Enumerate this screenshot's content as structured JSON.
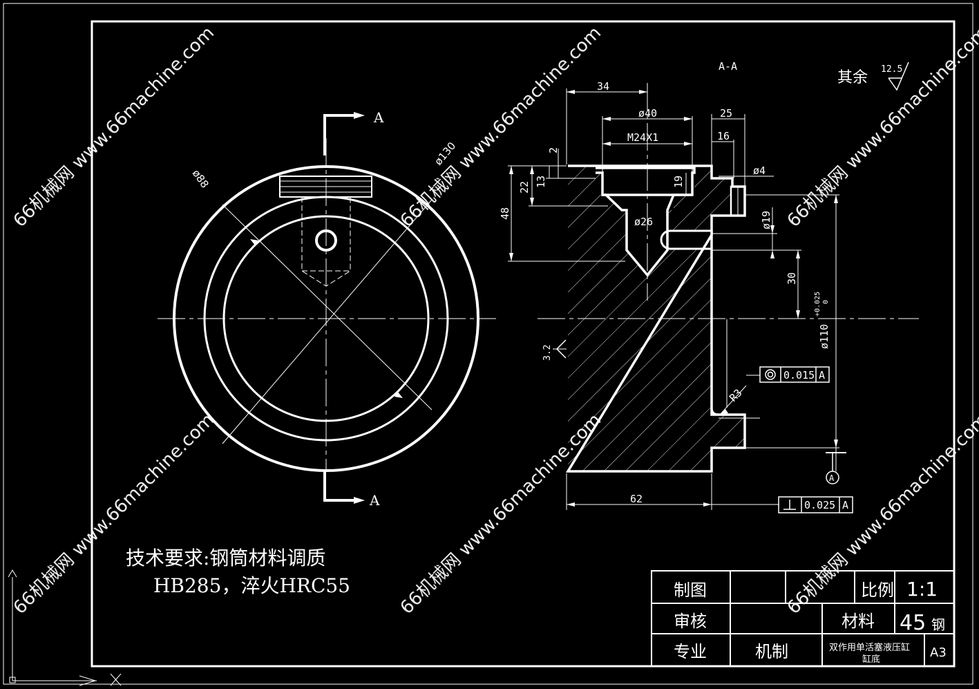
{
  "section_label": "A-A",
  "section_marks": {
    "top": "A",
    "bottom": "A"
  },
  "roughness": {
    "general_label": "其余",
    "general_value": "12.5",
    "face_value": "3.2"
  },
  "dimensions": {
    "d34": "34",
    "d40": "ø40",
    "d25": "25",
    "m24": "M24X1",
    "d16": "16",
    "d2": "2",
    "d13": "13",
    "d22": "22",
    "d48": "48",
    "d19a": "19",
    "d4": "ø4",
    "d26": "ø26",
    "d19b": "ø19",
    "d30": "30",
    "d110": "ø110",
    "d110_tol_upper": "+0.025",
    "d110_tol_lower": "0",
    "d62": "62",
    "r3": "R3",
    "d88": "ø88",
    "d130": "ø130"
  },
  "tolerances": {
    "concentricity": {
      "value": "0.015",
      "datum": "A"
    },
    "perpendicularity": {
      "value": "0.025",
      "datum": "A"
    },
    "datum_label": "A"
  },
  "tech_requirements": {
    "line1": "技术要求:钢筒材料调质",
    "line2": "HB285，淬火HRC55"
  },
  "title_block": {
    "draw_label": "制图",
    "check_label": "审核",
    "major_label": "专业",
    "major_value": "机制",
    "scale_label": "比例",
    "scale_value": "1:1",
    "material_label": "材料",
    "material_value": "45",
    "material_suffix": "钢",
    "part_name_line1": "双作用单活塞液压缸",
    "part_name_line2": "缸底",
    "sheet_size": "A3"
  },
  "watermark": "66机械网 www.66machine.com"
}
